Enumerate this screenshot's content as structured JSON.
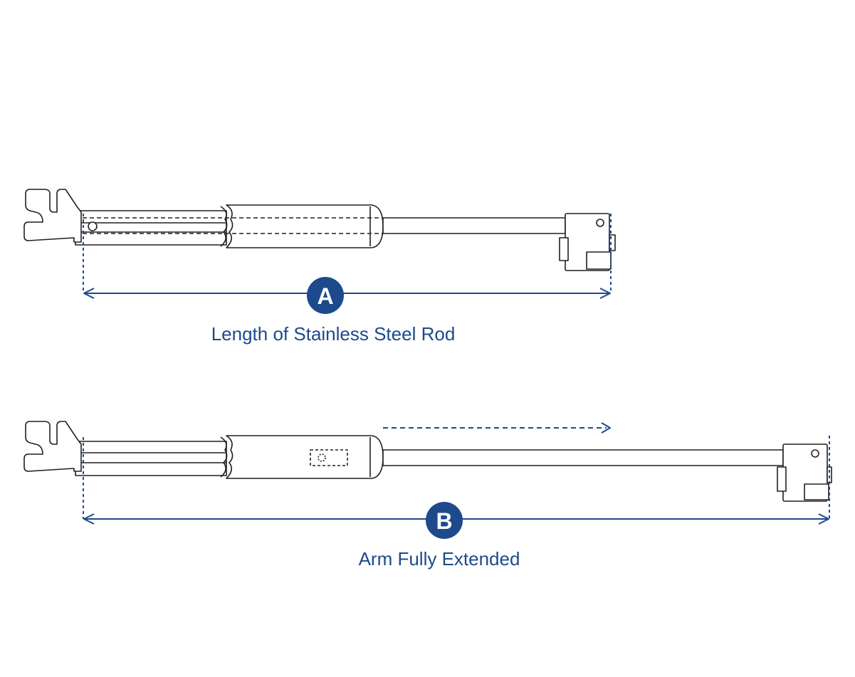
{
  "colors": {
    "accent": "#1d4a8c",
    "line": "#231f20",
    "background": "#ffffff"
  },
  "diagram_a": {
    "badge": "A",
    "caption": "Length of Stainless Steel Rod"
  },
  "diagram_b": {
    "badge": "B",
    "caption": "Arm Fully Extended"
  }
}
